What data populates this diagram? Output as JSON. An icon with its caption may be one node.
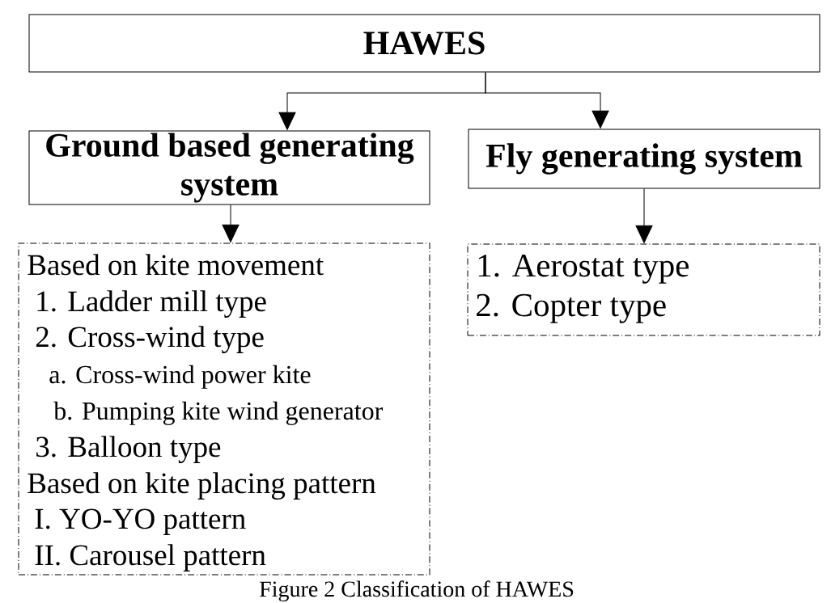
{
  "diagram": {
    "caption": "Figure 2 Classification of HAWES",
    "nodes": [
      {
        "text": [
          "HAWES"
        ]
      },
      {
        "text": [
          "Ground based generating system"
        ]
      },
      {
        "text": [
          "Fly generating system"
        ]
      },
      {
        "text": [
          "Based on kite movement",
          "1. Ladder mill type",
          "2. Cross-wind type",
          "a. Cross-wind power kite",
          "b. Pumping kite wind generator",
          "3. Balloon type",
          "Based on kite placing pattern",
          "I. YO-YO pattern",
          "II. Carousel pattern"
        ]
      },
      {
        "text": [
          "1. Aerostat type",
          "2. Copter type"
        ]
      }
    ],
    "edges": [
      {
        "from": 0,
        "to": 1,
        "arrow": "to"
      },
      {
        "from": 0,
        "to": 2,
        "arrow": "to"
      },
      {
        "from": 1,
        "to": 3,
        "arrow": "to"
      },
      {
        "from": 2,
        "to": 4,
        "arrow": "to"
      }
    ]
  }
}
